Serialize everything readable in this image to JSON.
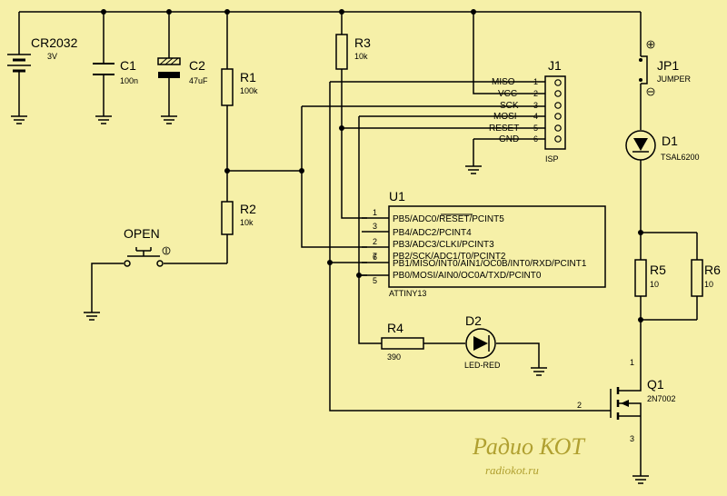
{
  "components": {
    "battery": {
      "ref": "CR2032",
      "value": "3V"
    },
    "c1": {
      "ref": "C1",
      "value": "100n"
    },
    "c2": {
      "ref": "C2",
      "value": "47uF"
    },
    "r1": {
      "ref": "R1",
      "value": "100k"
    },
    "r2": {
      "ref": "R2",
      "value": "10k"
    },
    "r3": {
      "ref": "R3",
      "value": "10k"
    },
    "r4": {
      "ref": "R4",
      "value": "390"
    },
    "r5": {
      "ref": "R5",
      "value": "10"
    },
    "r6": {
      "ref": "R6",
      "value": "10"
    },
    "d1": {
      "ref": "D1",
      "value": "TSAL6200"
    },
    "d2": {
      "ref": "D2",
      "value": "LED-RED"
    },
    "jp1": {
      "ref": "JP1",
      "value": "JUMPER"
    },
    "q1": {
      "ref": "Q1",
      "value": "2N7002"
    },
    "sw": {
      "ref": "OPEN"
    },
    "j1": {
      "ref": "J1",
      "value": "ISP"
    },
    "u1": {
      "ref": "U1",
      "value": "ATTINY13"
    }
  },
  "isp_pins": [
    {
      "name": "MISO",
      "num": "1"
    },
    {
      "name": "VCC",
      "num": "2"
    },
    {
      "name": "SCK",
      "num": "3"
    },
    {
      "name": "MOSI",
      "num": "4"
    },
    {
      "name": "RESET",
      "num": "5"
    },
    {
      "name": "GND",
      "num": "6"
    }
  ],
  "mcu_pins": [
    {
      "num": "1",
      "name": "PB5/ADC0/RESET/PCINT5"
    },
    {
      "num": "3",
      "name": "PB4/ADC2/PCINT4"
    },
    {
      "num": "2",
      "name": "PB3/ADC3/CLKI/PCINT3"
    },
    {
      "num": "7",
      "name": "PB2/SCK/ADC1/T0/PCINT2"
    },
    {
      "num": "6",
      "name": "PB1/MISO/INT0/AIN1/OC0B/INT0/RXD/PCINT1"
    },
    {
      "num": "5",
      "name": "PB0/MOSI/AIN0/OC0A/TXD/PCINT0"
    }
  ],
  "q1_pins": {
    "drain": "1",
    "gate": "2",
    "source": "3"
  },
  "watermark": {
    "line1": "Радио КОТ",
    "line2": "radiokot.ru"
  }
}
